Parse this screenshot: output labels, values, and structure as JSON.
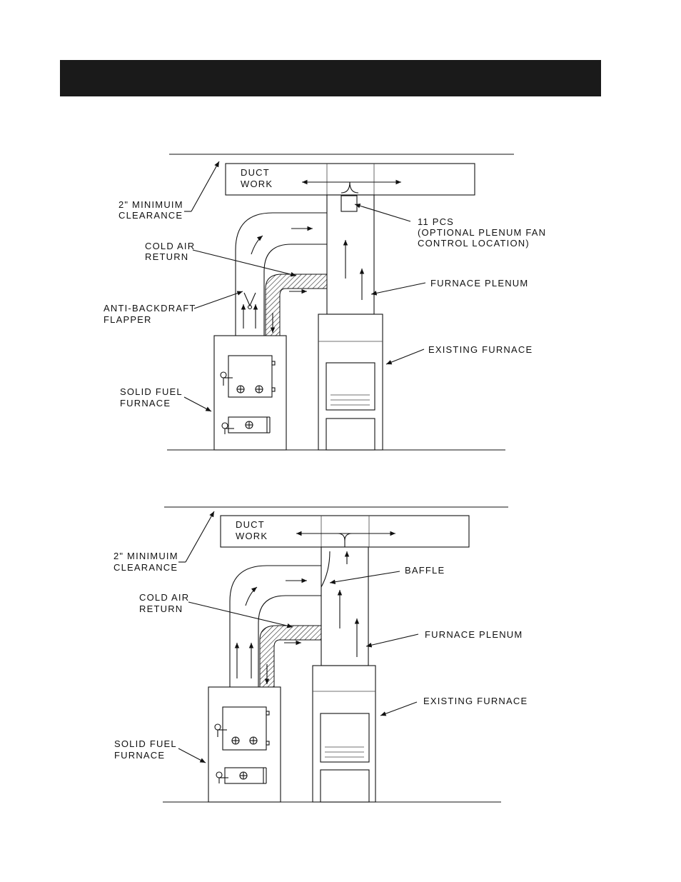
{
  "header": {
    "title": ""
  },
  "diagram_top": {
    "clearance_label": [
      "2\" MINIMUIM",
      "CLEARANCE"
    ],
    "duct_label": [
      "DUCT",
      "WORK"
    ],
    "cold_air_label": [
      "COLD AIR",
      "RETURN"
    ],
    "flapper_label": [
      "ANTI-BACKDRAFT",
      "FLAPPER"
    ],
    "solid_fuel_label": [
      "SOLID FUEL",
      "FURNACE"
    ],
    "pcs_label": [
      "11 PCS",
      "(OPTIONAL PLENUM FAN",
      "CONTROL LOCATION)"
    ],
    "plenum_label": "FURNACE PLENUM",
    "existing_label": "EXISTING FURNACE"
  },
  "diagram_bottom": {
    "clearance_label": [
      "2\" MINIMUIM",
      "CLEARANCE"
    ],
    "duct_label": [
      "DUCT",
      "WORK"
    ],
    "cold_air_label": [
      "COLD AIR",
      "RETURN"
    ],
    "baffle_label": "BAFFLE",
    "solid_fuel_label": [
      "SOLID FUEL",
      "FURNACE"
    ],
    "plenum_label": "FURNACE PLENUM",
    "existing_label": "EXISTING FURNACE"
  }
}
